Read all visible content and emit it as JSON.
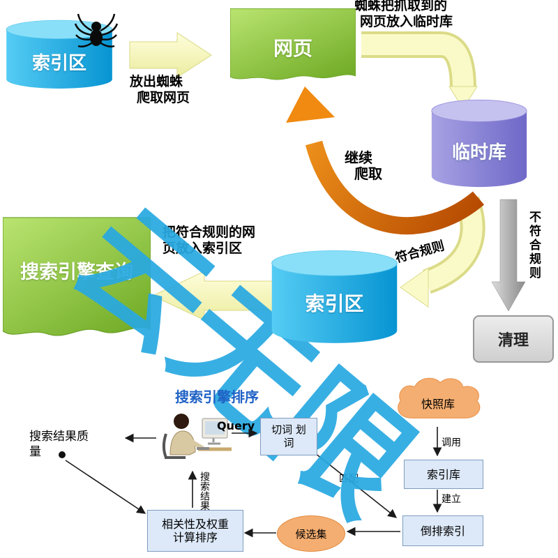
{
  "colors": {
    "cylinder_blue": "#0FAEE6",
    "cylinder_purple": "#8D87D9",
    "doc_green": "#8CC63E",
    "arrow_yellow": "#FBFBD0",
    "arrow_orange": "#E07000",
    "arrow_gray": "#AFAFAF",
    "box_blue": "#DDE9F8",
    "shape_salmon": "#F5AE71",
    "watermark_blue": "#29A9E1",
    "title_blue": "#1F62C5"
  },
  "watermark": {
    "text": "云无限"
  },
  "top_flow": {
    "index_source_label": "索引区",
    "spider_note_line1": "放出蜘蛛",
    "spider_note_line2": "爬取网页",
    "webpage_label": "网页",
    "capture_note_line1": "蜘蛛把抓取到的",
    "capture_note_line2": "网页放入临时库",
    "temp_db_label": "临时库",
    "recrawl_note_line1": "继续",
    "recrawl_note_line2": "爬取",
    "rule_ok_label": "符合规则",
    "rule_fail_label": "不符合规则",
    "clean_label": "清理",
    "index_main_label": "索引区",
    "store_note_line1": "把符合规则的网",
    "store_note_line2": "页放入索引区",
    "query_doc_label": "搜索引擎查询"
  },
  "bottom_flow": {
    "title": "搜索引擎排序",
    "query_label": "Query",
    "segment_label": "切词 划词",
    "snapshot_label": "快照库",
    "call_label": "调用",
    "build_label": "建立",
    "index_db_label": "索引库",
    "inverted_label": "倒排索引",
    "match_label": "匹配",
    "candidate_label": "候选集",
    "ranking_line1": "相关性及权重",
    "ranking_line2": "计算排序",
    "result_label": "搜索结果质量",
    "serve_label": "搜索结果"
  }
}
